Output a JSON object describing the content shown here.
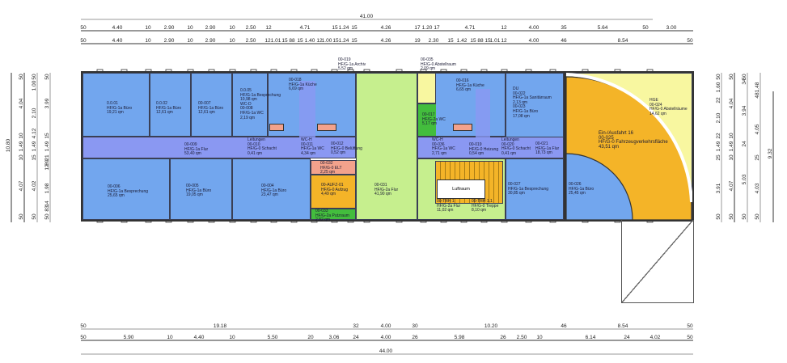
{
  "colors": {
    "office": "#72a6ee",
    "corridor": "#8a98f2",
    "stair_corridor": "#c6ef8e",
    "wc_green": "#43bd3d",
    "traffic": "#f4b428",
    "storage": "#f8f7a0",
    "technical": "#f3a28c"
  },
  "rooms": [
    {
      "id": "0.0.01",
      "use": "HF/G-1a Büro",
      "area": "19,21 qm"
    },
    {
      "id": "0.0.02",
      "use": "HF/G-1a Büro",
      "area": "12,61 qm"
    },
    {
      "id": "00-007",
      "use": "HF/G-1a Büro",
      "area": "12,61 qm"
    },
    {
      "id": "0.0.05",
      "use": "HF/G-1a Besprechung",
      "area": "10,98 qm"
    },
    {
      "name": "WC-D",
      "id": "00-008",
      "use": "HF/G-1a WC",
      "area": "2,19 qm"
    },
    {
      "id": "00-018",
      "use": "HF/G-1a Küche",
      "area": "6,69 qm"
    },
    {
      "id": "00-019",
      "use": "HF/G-1a Archiv",
      "area": "5,52 qm"
    },
    {
      "id": "00-009",
      "use": "HF/G-1a Flur",
      "area": "53,40 qm"
    },
    {
      "name": "Leitungen",
      "id": "00-010",
      "use": "HF/G-0 Schacht",
      "area": "0,41 qm"
    },
    {
      "name": "WC-H",
      "id": "00-011",
      "use": "HF/G-1a WC",
      "area": "4,34 qm"
    },
    {
      "id": "00-012",
      "use": "HF/G-0 Belüftung",
      "area": "0,52 qm"
    },
    {
      "id": "00-006",
      "use": "HF/G-1a Besprechung",
      "area": "25,65 qm"
    },
    {
      "id": "00-005",
      "use": "HF/G-1a Büro",
      "area": "19,05 qm"
    },
    {
      "id": "00-004",
      "use": "HF/G-1a Büro",
      "area": "23,47 qm"
    },
    {
      "id": "00-032",
      "use": "HF/G-0 ELT",
      "area": "2,25 qm"
    },
    {
      "id": "00-AUFZ-01",
      "use": "HF/G-0 Aufzug",
      "area": "4,49 qm"
    },
    {
      "id": "00-033",
      "use": "HF/G-2a Putzraum",
      "area": "2,82 qm"
    },
    {
      "id": "00-031",
      "use": "HF/G-2a Flur",
      "area": "41,90 qm"
    },
    {
      "id": "00-035",
      "use": "HF/G-0 Abstellraum",
      "area": "2,09 qm"
    },
    {
      "id": "00-017",
      "use": "HF/G-2a WC",
      "area": "5,17 qm"
    },
    {
      "id": "00-016",
      "use": "HF/G-1a Küche",
      "area": "6,65 qm"
    },
    {
      "name": "WC-H",
      "id": "00-036",
      "use": "HF/G-1a WC",
      "area": "2,71 qm"
    },
    {
      "id": "00-019",
      "use": "HF/G-0 Heizung",
      "area": "0,54 qm"
    },
    {
      "name": "Leitungen",
      "id": "00-020",
      "use": "HF/G-0 Schacht",
      "area": "0,41 qm"
    },
    {
      "id": "00-021",
      "use": "HF/G-1a Flur",
      "area": "18,73 qm"
    },
    {
      "name": "DU",
      "id": "00-022",
      "use": "HF/G-1a Sanitärraum",
      "area": "2,13 qm"
    },
    {
      "id": "00-023",
      "use": "HF/G-1a Büro",
      "area": "17,08 qm"
    },
    {
      "name": "Ein-/Ausfahrt 16",
      "id": "00-025",
      "use": "HF/G-0 Fahrzeugverkehrsfläche",
      "area": "43,51 qm"
    },
    {
      "name": "HGE",
      "id": "00-024",
      "use": "HF/G-0 Abstellräume",
      "area": "14,62 qm"
    },
    {
      "id": "00-TRH 1",
      "use": "HF/G-2a Flur",
      "area": "11,02 qm"
    },
    {
      "id": "00-TRH 1.1",
      "use": "HF/G-0 Treppe",
      "area": "8,10 qm"
    },
    {
      "id": "00-027",
      "use": "HF/G-1a Besprechung",
      "area": "30,85 qm"
    },
    {
      "id": "00-026",
      "use": "HF/G-1a Büro",
      "area": "25,45 qm"
    }
  ],
  "luftraum": "Luftraum",
  "dimensions": {
    "top_total": [
      "41.00"
    ],
    "top_row1": [
      "50",
      "4.40",
      "10",
      "2.90",
      "10",
      "2.90",
      "10",
      "2.50",
      "12",
      "4.71",
      "15",
      "1.24",
      "15",
      "4.26",
      "17",
      "1.20",
      "17",
      "4.71",
      "12",
      "4.00",
      "35",
      "5.64",
      "50",
      "3.00"
    ],
    "top_row2": [
      "50",
      "4.40",
      "10",
      "2.90",
      "10",
      "2.90",
      "10",
      "2.50",
      "12",
      "1.01",
      "15",
      "88",
      "15",
      "1.40",
      "12",
      "1.00",
      "15",
      "1.24",
      "15",
      "4.26",
      "19",
      "2.30",
      "15",
      "1.42",
      "15",
      "88",
      "15",
      "1.01",
      "12",
      "4.00",
      "46",
      "8.54",
      "50"
    ],
    "bottom_row1": [
      "50",
      "19.18",
      "32",
      "4.00",
      "30",
      "10.20",
      "46",
      "8.54",
      "50"
    ],
    "bottom_row2": [
      "50",
      "5.90",
      "10",
      "4.40",
      "10",
      "5.50",
      "20",
      "3.06",
      "24",
      "4.00",
      "26",
      "5.98",
      "26",
      "2.50",
      "10",
      "6.14",
      "24",
      "4.02",
      "50"
    ],
    "bottom_total": [
      "44.00"
    ],
    "left_total": [
      "10.80"
    ],
    "left_col1": [
      "50",
      "4.04",
      "10",
      "1.49",
      "10",
      "4.07",
      "50"
    ],
    "left_col2": [
      "50",
      "1.00",
      "2.10",
      "4.12",
      "1.49",
      "15",
      "4.02",
      "50"
    ],
    "left_col3": [
      "50",
      "3.99",
      "15",
      "1.49",
      "21",
      "89",
      "12",
      "1.98",
      "14",
      "83",
      "50"
    ],
    "right_col1": [
      "50",
      "1.60",
      "22",
      "2.10",
      "22",
      "1.49",
      "25",
      "3.91",
      "50"
    ],
    "right_col2": [
      "50",
      "4.04",
      "10",
      "1.49",
      "10",
      "4.07",
      "50"
    ],
    "right_col3": [
      "50",
      "34",
      "3.94",
      "24",
      "5.03",
      "50"
    ],
    "right_col4": [
      "1.48",
      "48",
      "4.05",
      "25",
      "4.03",
      "50"
    ],
    "right_total": [
      "9.32"
    ]
  }
}
